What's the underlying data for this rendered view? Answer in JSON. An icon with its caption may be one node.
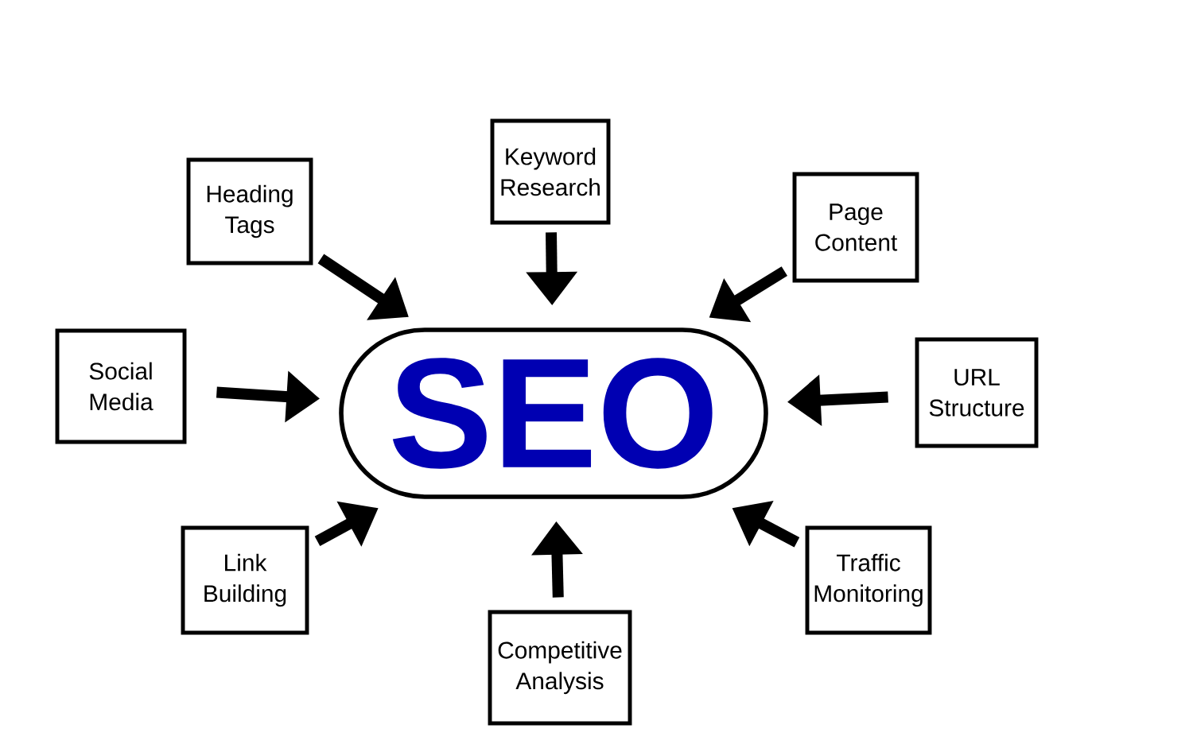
{
  "diagram": {
    "nodes": [
      {
        "text": [
          "SEO"
        ]
      },
      {
        "text": [
          "Keyword Research"
        ]
      },
      {
        "text": [
          "Heading Tags"
        ]
      },
      {
        "text": [
          "Page Content"
        ]
      },
      {
        "text": [
          "Social Media"
        ]
      },
      {
        "text": [
          "URL Structure"
        ]
      },
      {
        "text": [
          "Link Building"
        ]
      },
      {
        "text": [
          "Traffic Monitoring"
        ]
      },
      {
        "text": [
          "Competitive Analysis"
        ]
      }
    ],
    "edges": [
      {
        "from": 1,
        "to": 0,
        "arrow": "to"
      },
      {
        "from": 2,
        "to": 0,
        "arrow": "to"
      },
      {
        "from": 3,
        "to": 0,
        "arrow": "to"
      },
      {
        "from": 4,
        "to": 0,
        "arrow": "to"
      },
      {
        "from": 5,
        "to": 0,
        "arrow": "to"
      },
      {
        "from": 6,
        "to": 0,
        "arrow": "to"
      },
      {
        "from": 7,
        "to": 0,
        "arrow": "to"
      },
      {
        "from": 8,
        "to": 0,
        "arrow": "to"
      }
    ]
  }
}
